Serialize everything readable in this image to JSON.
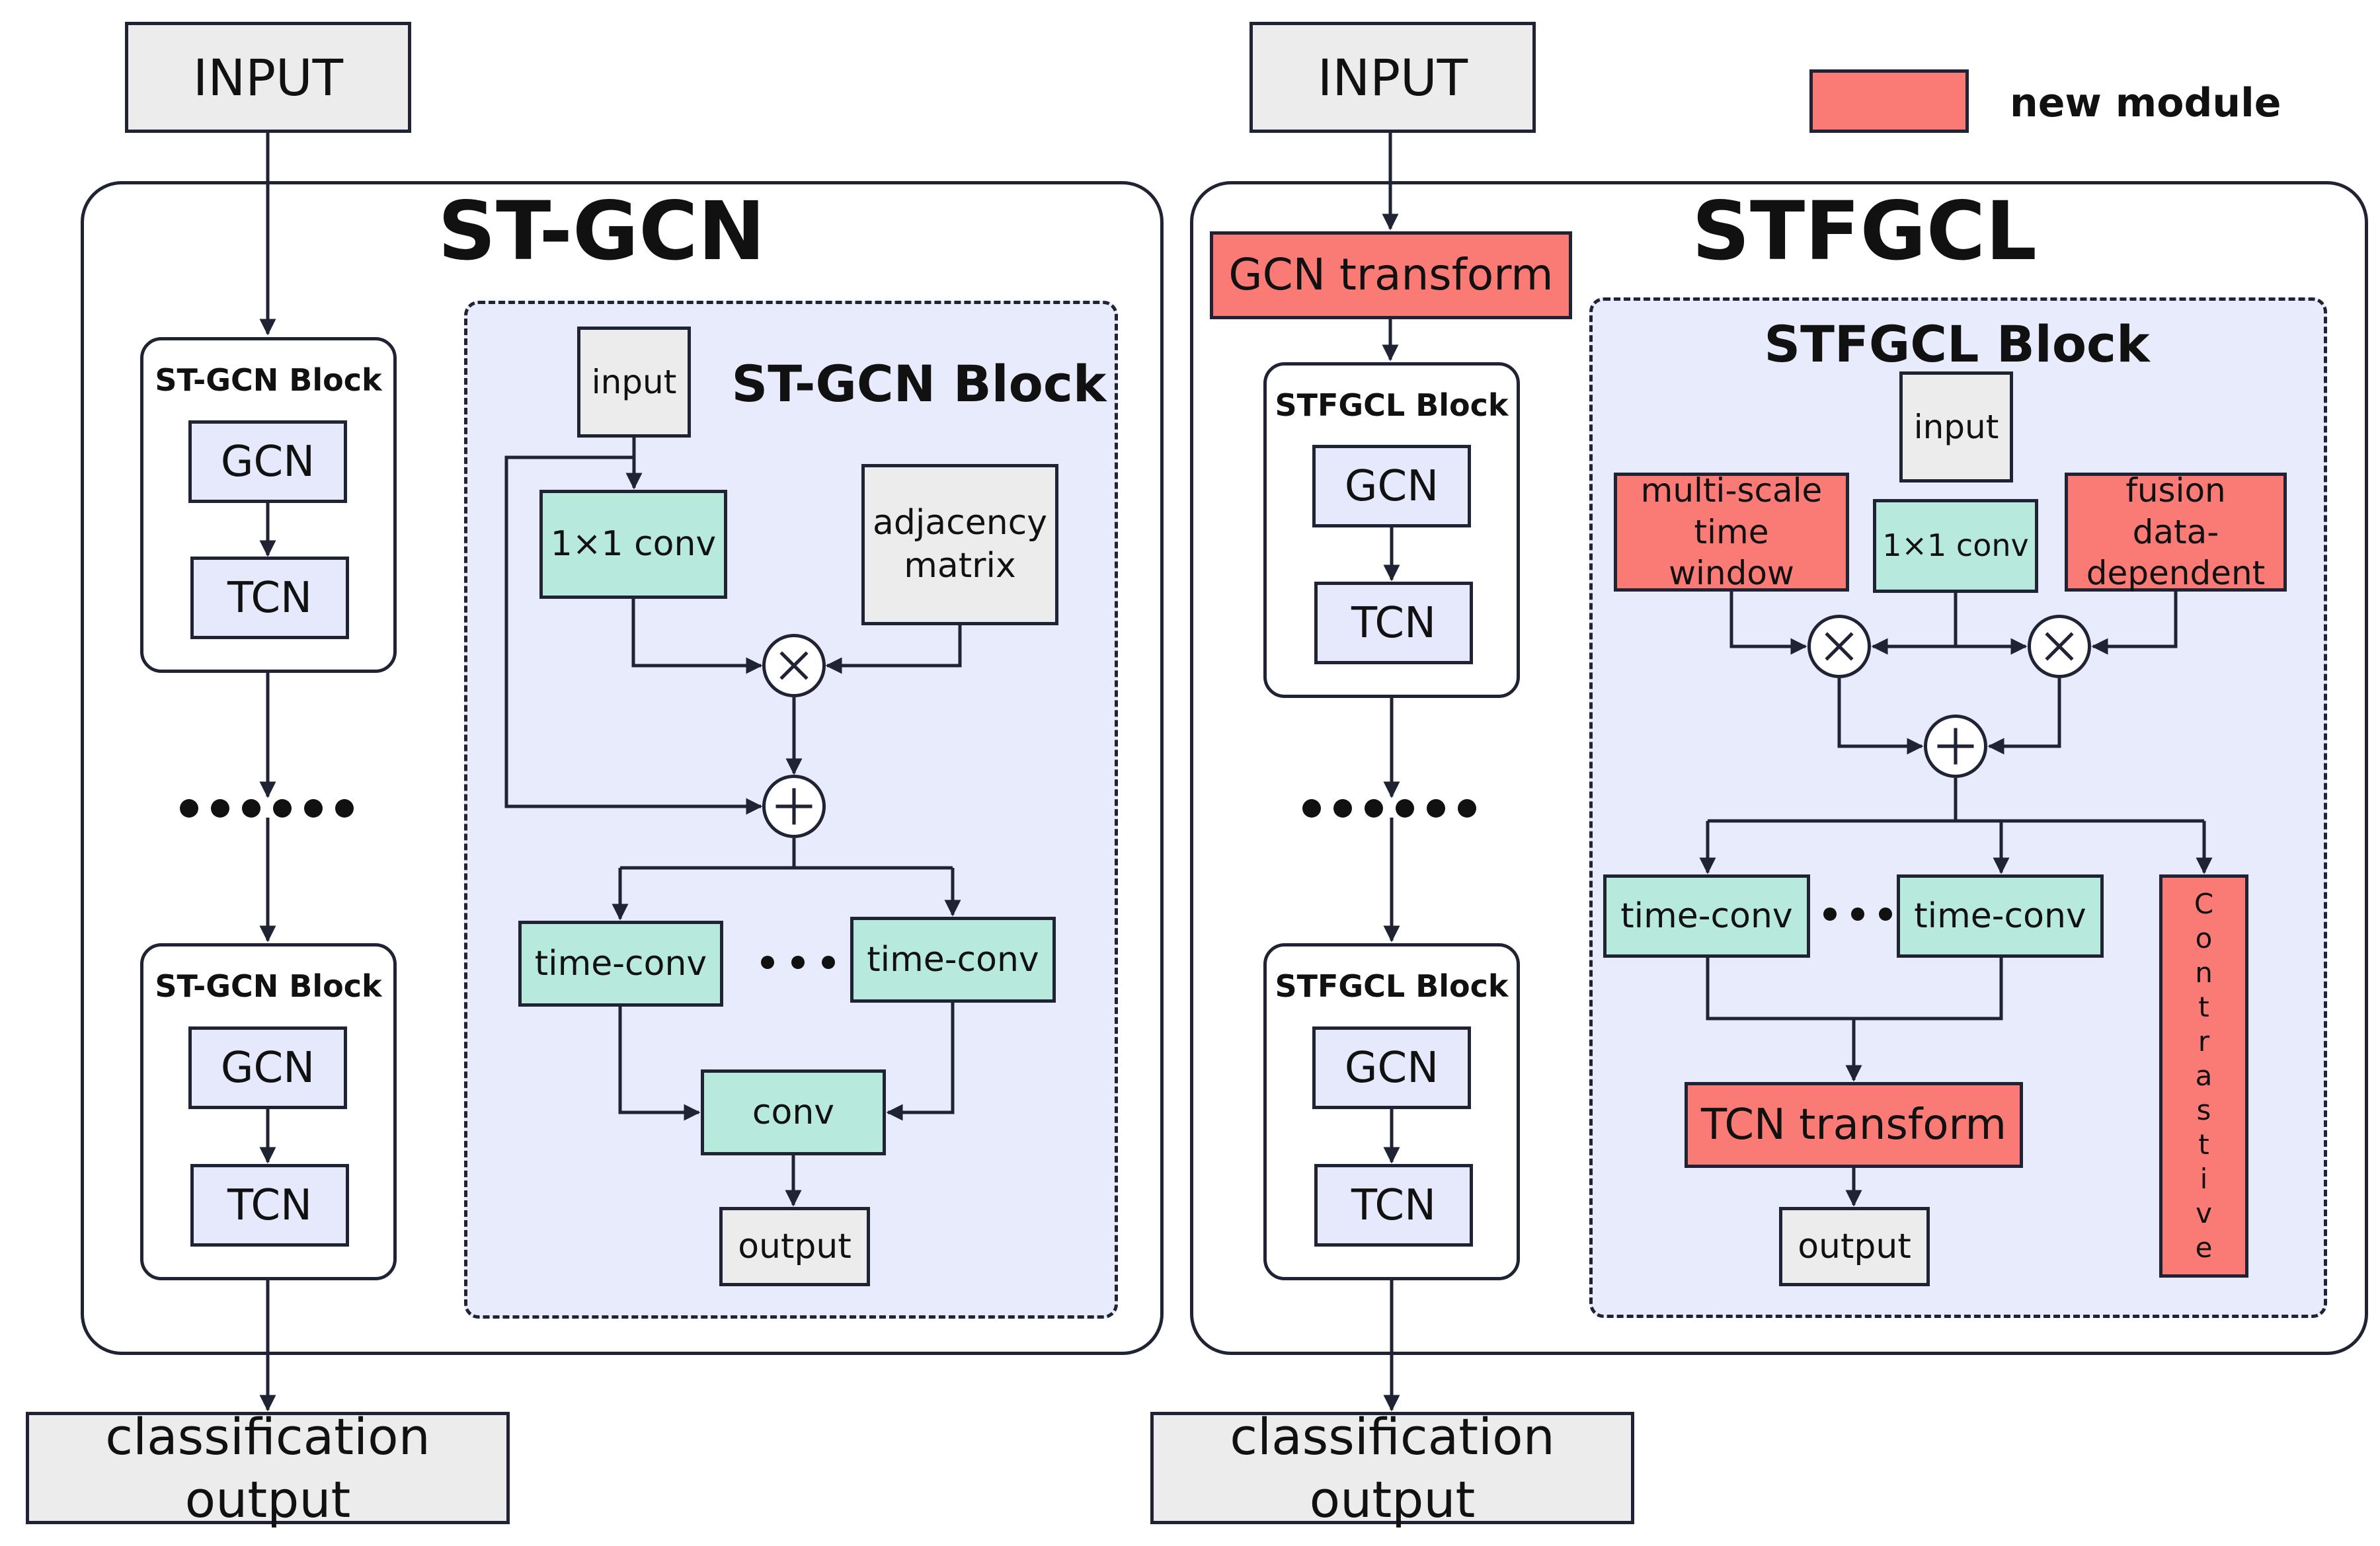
{
  "colors": {
    "new_module": "#fa7b75",
    "conv": "#b7eadd",
    "block_cell": "#e6e9fb",
    "block_panel": "#e8ebfb",
    "io": "#ececec",
    "line": "#1f2333"
  },
  "legend": {
    "label": "new module"
  },
  "left": {
    "input": "INPUT",
    "title": "ST-GCN",
    "block_title": "ST-GCN Block",
    "gcn": "GCN",
    "tcn": "TCN",
    "output": "classification output",
    "detail": {
      "title": "ST-GCN Block",
      "input": "input",
      "conv1x1": "1×1 conv",
      "adjacency": "adjacency matrix",
      "time_conv_1": "time-conv",
      "time_conv_2": "time-conv",
      "conv": "conv",
      "output": "output"
    }
  },
  "right": {
    "input": "INPUT",
    "title": "STFGCL",
    "gcn_transform": "GCN transform",
    "block_title": "STFGCL Block",
    "gcn": "GCN",
    "tcn": "TCN",
    "output": "classification output",
    "detail": {
      "title": "STFGCL Block",
      "input": "input",
      "multi_scale": "multi-scale time window",
      "conv1x1": "1×1 conv",
      "fusion": "fusion data-dependent",
      "time_conv_1": "time-conv",
      "time_conv_2": "time-conv",
      "contrastive": "Contrastive",
      "tcn_transform": "TCN transform",
      "output": "output"
    }
  }
}
